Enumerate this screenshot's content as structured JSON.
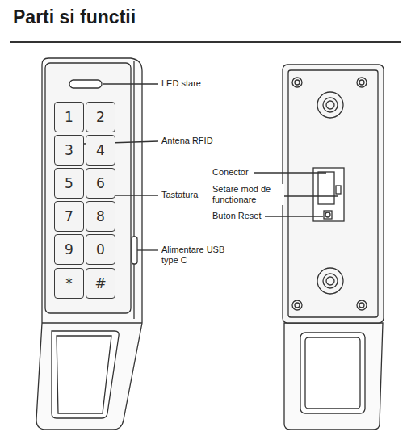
{
  "diagram": {
    "title": "Parti si functii",
    "nodes": [
      {
        "text": [
          "1"
        ]
      },
      {
        "text": [
          "2"
        ]
      },
      {
        "text": [
          "3"
        ]
      },
      {
        "text": [
          "4"
        ]
      },
      {
        "text": [
          "5"
        ]
      },
      {
        "text": [
          "6"
        ]
      },
      {
        "text": [
          "7"
        ]
      },
      {
        "text": [
          "8"
        ]
      },
      {
        "text": [
          "9"
        ]
      },
      {
        "text": [
          "0"
        ]
      },
      {
        "text": [
          "*"
        ]
      },
      {
        "text": [
          "#"
        ]
      }
    ],
    "labels": [
      "LED stare",
      "Antena RFID",
      "Tastatura",
      "Alimentare USB type C",
      "Conector",
      "Setare mod de functionare",
      "Buton Reset"
    ]
  }
}
